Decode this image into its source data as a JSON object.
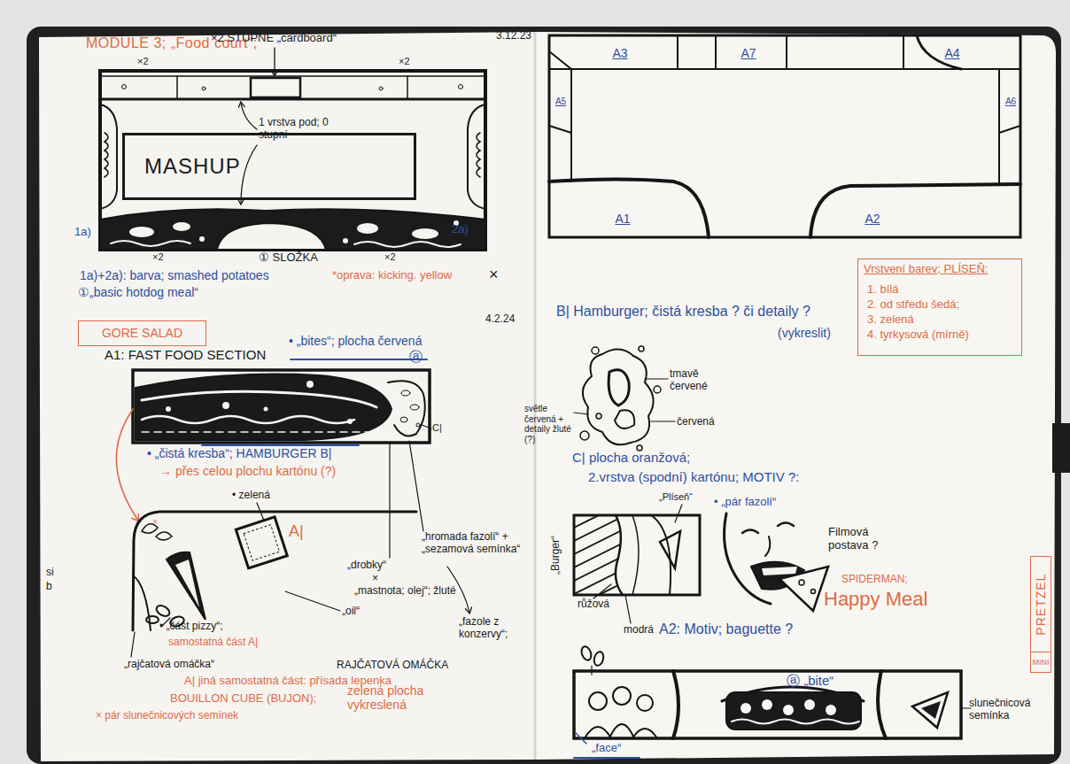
{
  "diagram": {
    "title": "MODULE 3; „Food court“;",
    "nodes": [
      {
        "text": [
          "MASHUP"
        ]
      },
      {
        "text": [
          "GORE SALAD"
        ]
      },
      {
        "text": [
          "A3"
        ]
      },
      {
        "text": [
          "A7"
        ]
      },
      {
        "text": [
          "A4"
        ]
      },
      {
        "text": [
          "A5"
        ]
      },
      {
        "text": [
          "A6"
        ]
      },
      {
        "text": [
          "A1"
        ]
      },
      {
        "text": [
          "A2"
        ]
      },
      {
        "text": [
          "Vrstvení barev; PLÍSEŇ:",
          "1. bílá",
          "2. od středu šedá;",
          "3. zelená",
          "4. tyrkysová (mírně)"
        ]
      },
      {
        "text": [
          "PRETZEL",
          "MINI"
        ]
      }
    ],
    "labels": [
      "3.12.23",
      "×2 STUPNĚ „cardboard“",
      "×2",
      "×2",
      "1 vrstva pod; 0 stupní",
      "1a)",
      "2a)",
      "×2",
      "×2",
      "① SLOŽKA",
      "1a)+2a): barva; smashed potatoes",
      "*oprava: kicking. yellow",
      "×",
      "①„basic hotdog meal“",
      "4.2.24",
      "A1: FAST FOOD SECTION",
      "• „bites“; plocha červená",
      "ⓐ",
      "C|",
      "• „čistá kresba“; HAMBURGER B|",
      "→ přes celou plochu kartónu (?)",
      "×",
      "• zelená",
      "A|",
      "„drobky“",
      "×",
      "„mastnota; olej“; žluté",
      "„hromada fazolí“ + „sezamová semínka“",
      "„oil“",
      "• „část pizzy“;",
      "samostatná část A|",
      "„rajčatová omáčka“",
      "„fazole z konzervy“;",
      "RAJČATOVÁ OMÁČKA",
      "A| jiná samostatná část: přísada lepenka",
      "BOUILLON CUBE (BUJON);",
      "zelená plocha vykreslená",
      "× pár slunečnicových semínek",
      "si",
      "b",
      "B| Hamburger; čistá kresba ? či detaily ?",
      "(vykreslit)",
      "tmavě červené",
      "světle červená + detaily žluté (?)",
      "červená",
      "C| plocha oranžová;",
      "2.vrstva (spodní) kartónu; MOTIV ?:",
      "„Plíseň“",
      "• „pár fazolí“",
      "„Burger“",
      "Filmová postava ?",
      "SPIDERMAN;",
      "Happy Meal",
      "růžová",
      "modrá",
      "A2: Motiv; baguette ?",
      "ⓐ „bite“",
      "slunečnicová semínka",
      "„face“"
    ]
  }
}
